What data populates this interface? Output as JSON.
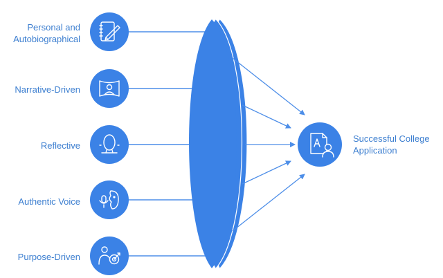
{
  "diagram": {
    "inputs": [
      {
        "label_lines": [
          "Personal and",
          "Autobiographical"
        ],
        "icon": "notebook-pen-icon"
      },
      {
        "label_lines": [
          "Narrative-Driven"
        ],
        "icon": "story-screen-icon"
      },
      {
        "label_lines": [
          "Reflective"
        ],
        "icon": "mirror-icon"
      },
      {
        "label_lines": [
          "Authentic Voice"
        ],
        "icon": "voice-face-icon"
      },
      {
        "label_lines": [
          "Purpose-Driven"
        ],
        "icon": "person-target-icon"
      }
    ],
    "lens": "lens-shape",
    "output": {
      "label_lines": [
        "Successful College",
        "Application"
      ],
      "icon": "application-document-icon"
    }
  },
  "colors": {
    "primary": "#3b82e6",
    "primary_dark": "#2f6fd0",
    "lens_edge": "#5a95ea",
    "line": "#4d8ee8",
    "text": "#3d7fd0",
    "background": "#ffffff"
  }
}
